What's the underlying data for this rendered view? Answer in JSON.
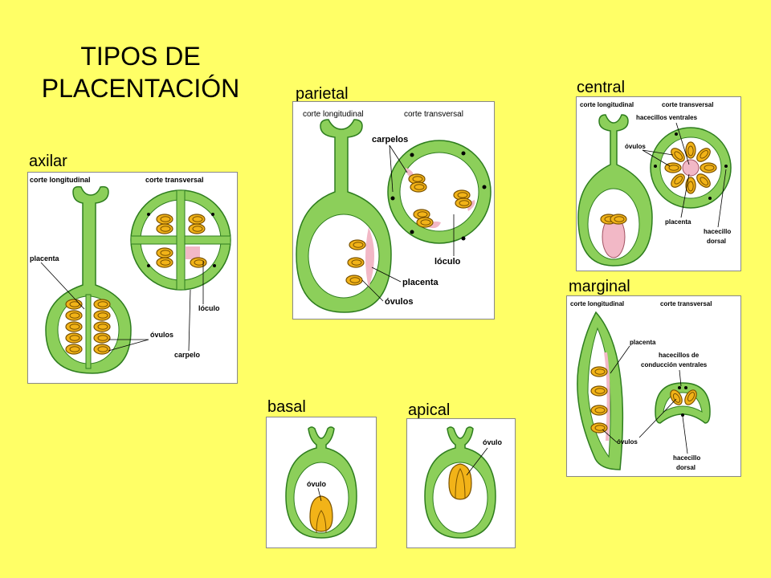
{
  "title_line1": "TIPOS DE",
  "title_line2": "PLACENTACIÓN",
  "colors": {
    "background": "#ffff66",
    "tissue": "#8ccf5a",
    "tissue_outline": "#2e7d1e",
    "ovule": "#f2b318",
    "placenta": "#f2b8c6"
  },
  "axilar": {
    "name": "axilar",
    "long": "corte longitudinal",
    "trans": "corte transversal",
    "placenta": "placenta",
    "ovulos": "óvulos",
    "loculo": "lóculo",
    "carpelo": "carpelo"
  },
  "parietal": {
    "name": "parietal",
    "long": "corte longitudinal",
    "trans": "corte transversal",
    "carpelos": "carpelos",
    "loculo": "lóculo",
    "placenta": "placenta",
    "ovulos": "óvulos"
  },
  "central": {
    "name": "central",
    "long": "corte longitudinal",
    "trans": "corte transversal",
    "haces_ventrales": "hacecillos ventrales",
    "ovulos": "óvulos",
    "placenta": "placenta",
    "hacecillo": "hacecillo",
    "dorsal": "dorsal"
  },
  "marginal": {
    "name": "marginal",
    "long": "corte longitudinal",
    "trans": "corte transversal",
    "placenta": "placenta",
    "haces1": "hacecillos de",
    "haces2": "conducción ventrales",
    "ovulos": "óvulos",
    "hacecillo": "hacecillo",
    "dorsal": "dorsal"
  },
  "basal": {
    "name": "basal",
    "ovulo": "óvulo"
  },
  "apical": {
    "name": "apical",
    "ovulo": "óvulo"
  }
}
